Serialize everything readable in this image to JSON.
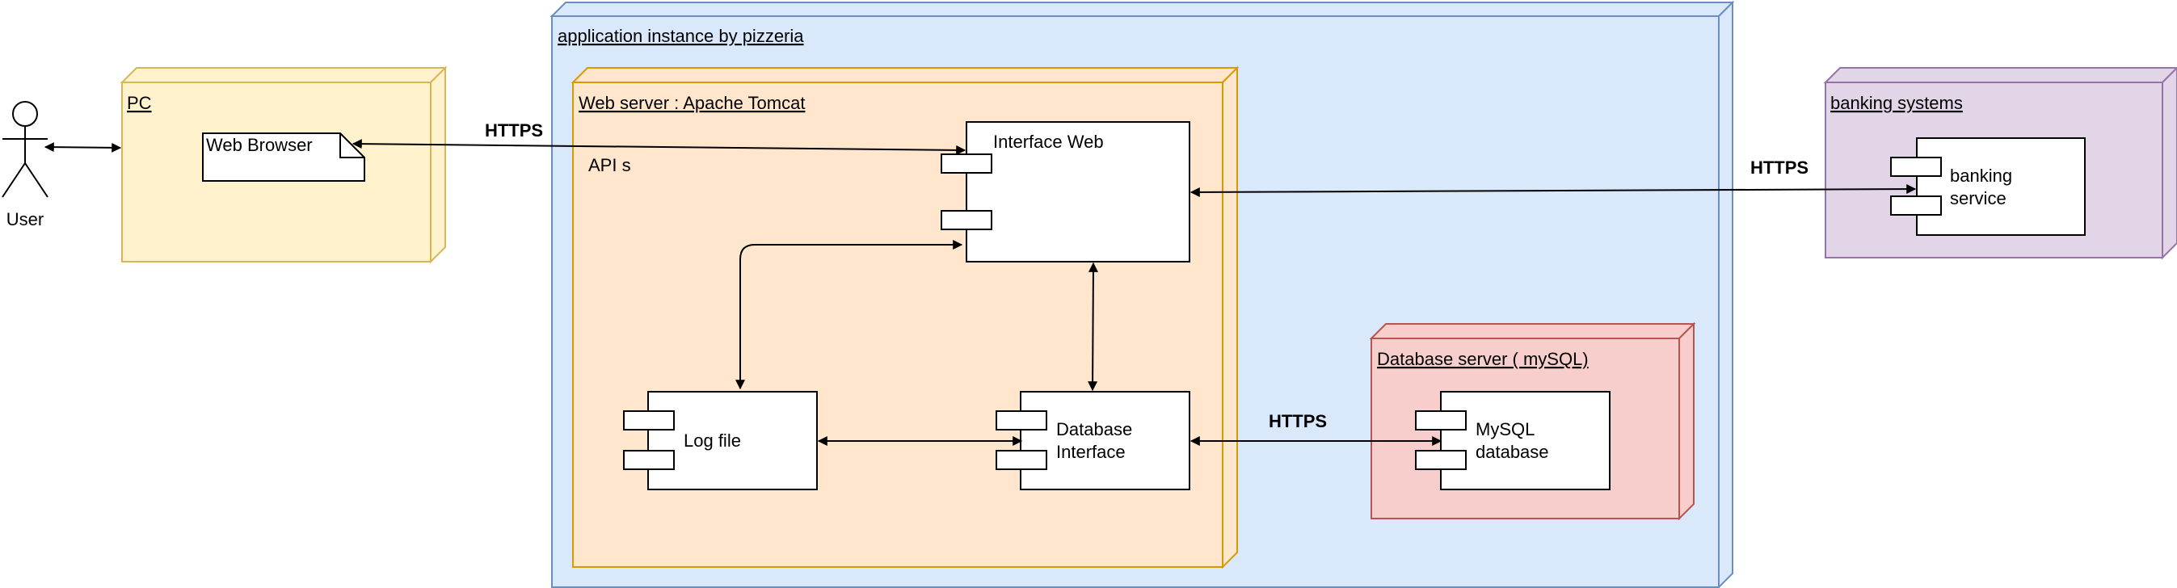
{
  "actor": {
    "label": "User"
  },
  "nodes": {
    "pc": {
      "title": "PC",
      "fill": "#fff2cc",
      "stroke": "#d6b656"
    },
    "app_instance": {
      "title": "application instance by pizzeria",
      "fill": "#dae8fc",
      "stroke": "#6c8ebf"
    },
    "web_server": {
      "title": "Web server : Apache Tomcat ",
      "fill": "#ffe6cc",
      "stroke": "#d79b00"
    },
    "db_server": {
      "title": "Database server ( mySQL)",
      "fill": "#f8cecc",
      "stroke": "#b85450"
    },
    "banking_systems": {
      "title": "banking systems",
      "fill": "#e1d5e7",
      "stroke": "#9673a6"
    }
  },
  "artifacts": {
    "web_browser": {
      "label": "Web Browser"
    }
  },
  "components": {
    "interface_web": {
      "label": "Interface Web"
    },
    "log_file": {
      "label": "Log file"
    },
    "database_interface": {
      "line1": "Database",
      "line2": "Interface"
    },
    "mysql_database": {
      "line1": "MySQL",
      "line2": "database"
    },
    "banking_service": {
      "line1": "banking",
      "line2": "service"
    }
  },
  "labels": {
    "apis": "API s",
    "https_browser": "HTTPS",
    "https_banking": "HTTPS",
    "https_db": "HTTPS"
  }
}
